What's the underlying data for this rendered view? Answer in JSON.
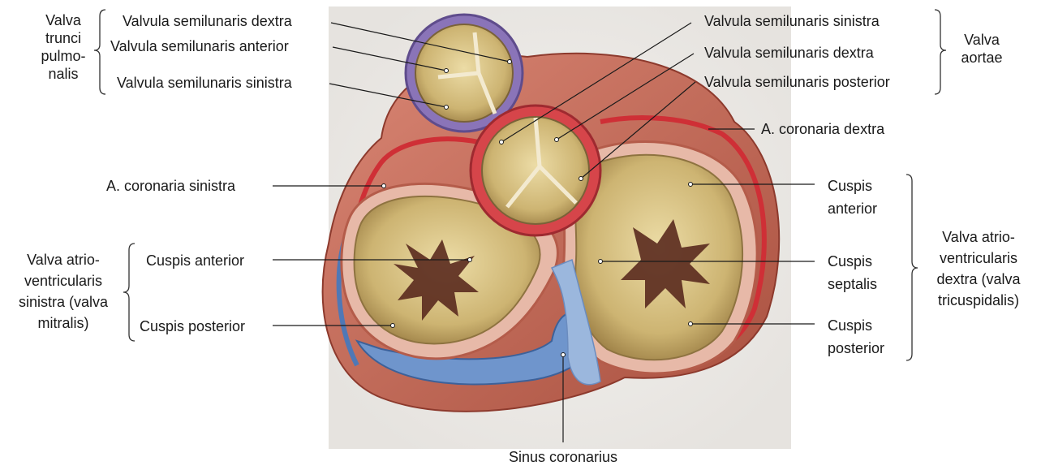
{
  "labels": {
    "valva_trunci_pulmonalis": [
      "Valva",
      "trunci",
      "pulmo-",
      "nalis"
    ],
    "vs_dextra_left": "Valvula semilunaris dextra",
    "vs_anterior_left": "Valvula semilunaris anterior",
    "vs_sinistra_left": "Valvula semilunaris sinistra",
    "vs_sinistra_right": "Valvula semilunaris sinistra",
    "vs_dextra_right": "Valvula semilunaris dextra",
    "vs_posterior_right": "Valvula semilunaris posterior",
    "valva_aortae": [
      "Valva",
      "aortae"
    ],
    "a_coronaria_dextra": "A. coronaria dextra",
    "a_coronaria_sinistra": "A. coronaria sinistra",
    "cuspis_anterior_right": [
      "Cuspis",
      "anterior"
    ],
    "cuspis_septalis": [
      "Cuspis",
      "septalis"
    ],
    "cuspis_posterior_right": [
      "Cuspis",
      "posterior"
    ],
    "valva_tricuspidalis": [
      "Valva atrio-",
      "ventricularis",
      "dextra (valva",
      "tricuspidalis)"
    ],
    "valva_mitralis": [
      "Valva atrio-",
      "ventricularis",
      "sinistra (valva",
      "mitralis)"
    ],
    "cuspis_anterior_left": "Cuspis anterior",
    "cuspis_posterior_left": "Cuspis posterior",
    "sinus_coronarius": "Sinus coronarius"
  },
  "colors": {
    "muscle": "#c96f5e",
    "muscle_dark": "#a84c3e",
    "valve_fill": "#c9b070",
    "valve_light": "#e3d29a",
    "artery": "#d2333a",
    "vein": "#5a84c2",
    "pulmonary_ring": "#8a74b8"
  }
}
